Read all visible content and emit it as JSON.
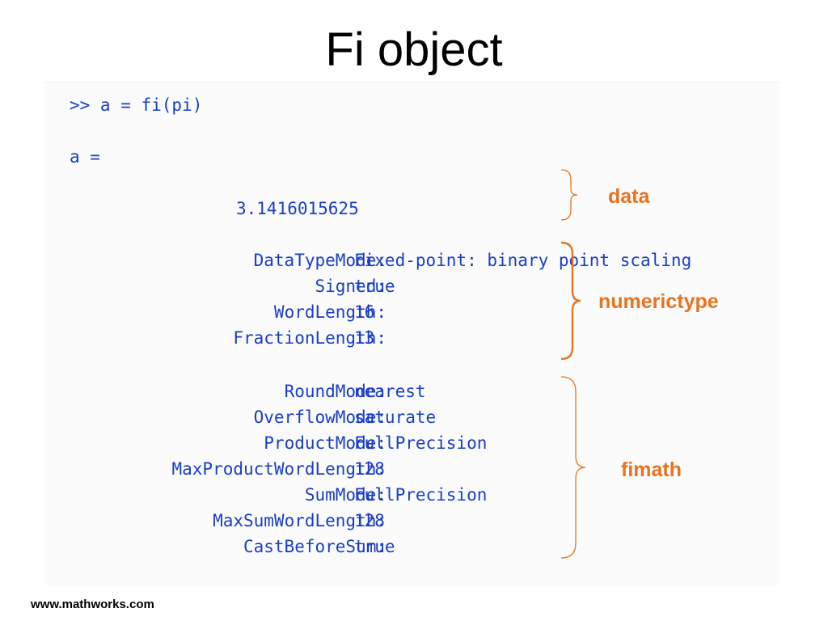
{
  "slide": {
    "title": "Fi object",
    "footer_url": "www.mathworks.com"
  },
  "console": {
    "command": ">> a = fi(pi)",
    "assignment": "a =",
    "value": "3.1416015625",
    "numerictype_props": [
      {
        "name": "DataTypeMode:",
        "value": "Fixed-point: binary point scaling"
      },
      {
        "name": "Signed:",
        "value": "true"
      },
      {
        "name": "WordLength:",
        "value": "16"
      },
      {
        "name": "FractionLength:",
        "value": "13"
      }
    ],
    "fimath_props": [
      {
        "name": "RoundMode:",
        "value": "nearest"
      },
      {
        "name": "OverflowMode:",
        "value": "saturate"
      },
      {
        "name": "ProductMode:",
        "value": "FullPrecision"
      },
      {
        "name": "MaxProductWordLength:",
        "value": "128"
      },
      {
        "name": "SumMode:",
        "value": "FullPrecision"
      },
      {
        "name": "MaxSumWordLength:",
        "value": "128"
      },
      {
        "name": "CastBeforeSum:",
        "value": "true"
      }
    ]
  },
  "annotations": {
    "data": "data",
    "numerictype": "numerictype",
    "fimath": "fimath"
  },
  "colors": {
    "code_text": "#1a3dc9",
    "annotation": "#e8731e",
    "panel_background": "#fbfbfc"
  },
  "icons": {
    "brace": "right-curly-brace"
  }
}
